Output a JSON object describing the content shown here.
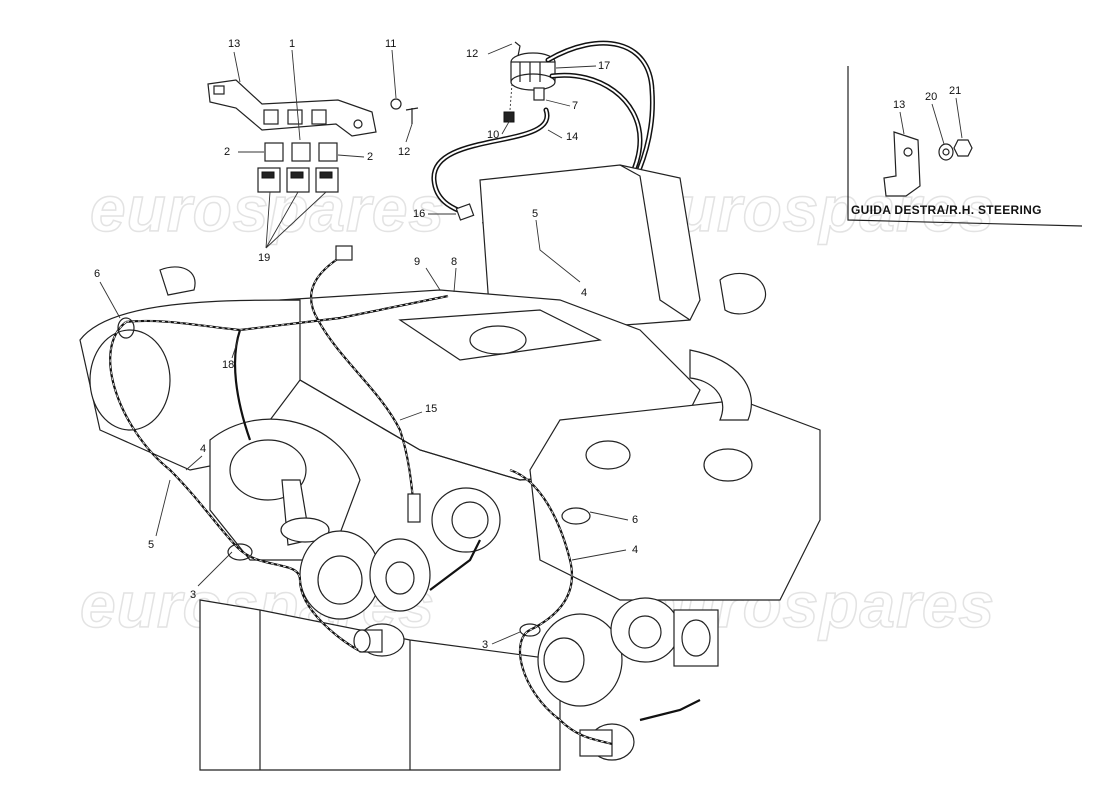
{
  "watermarks": [
    "eurospares",
    "eurospares",
    "eurospares",
    "eurospares"
  ],
  "inset": {
    "title": "GUIDA DESTRA/R.H. STEERING"
  },
  "callouts": [
    {
      "id": "c13a",
      "text": "13"
    },
    {
      "id": "c1",
      "text": "1"
    },
    {
      "id": "c11",
      "text": "11"
    },
    {
      "id": "c12a",
      "text": "12"
    },
    {
      "id": "c12b",
      "text": "12"
    },
    {
      "id": "c17",
      "text": "17"
    },
    {
      "id": "c7",
      "text": "7"
    },
    {
      "id": "c10",
      "text": "10"
    },
    {
      "id": "c14",
      "text": "14"
    },
    {
      "id": "c2a",
      "text": "2"
    },
    {
      "id": "c2b",
      "text": "2"
    },
    {
      "id": "c12c",
      "text": "12"
    },
    {
      "id": "c19",
      "text": "19"
    },
    {
      "id": "c16",
      "text": "16"
    },
    {
      "id": "c5a",
      "text": "5"
    },
    {
      "id": "c4a",
      "text": "4"
    },
    {
      "id": "c9",
      "text": "9"
    },
    {
      "id": "c8",
      "text": "8"
    },
    {
      "id": "c6a",
      "text": "6"
    },
    {
      "id": "c18",
      "text": "18"
    },
    {
      "id": "c15",
      "text": "15"
    },
    {
      "id": "c4b",
      "text": "4"
    },
    {
      "id": "c5b",
      "text": "5"
    },
    {
      "id": "c6b",
      "text": "6"
    },
    {
      "id": "c4c",
      "text": "4"
    },
    {
      "id": "c3a",
      "text": "3"
    },
    {
      "id": "c3b",
      "text": "3"
    },
    {
      "id": "c13b",
      "text": "13"
    },
    {
      "id": "c20",
      "text": "20"
    },
    {
      "id": "c21",
      "text": "21"
    }
  ]
}
